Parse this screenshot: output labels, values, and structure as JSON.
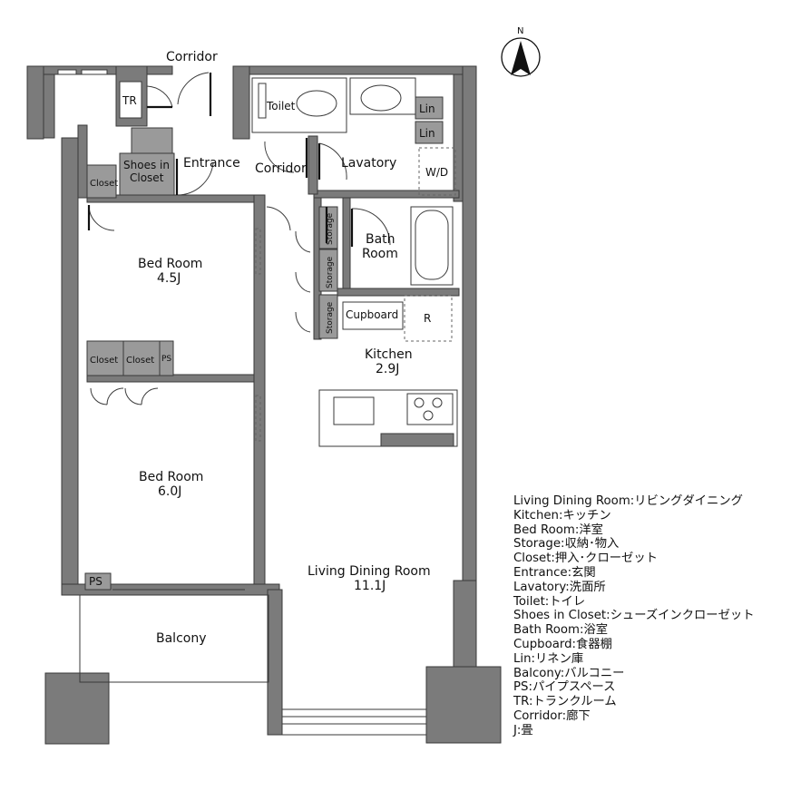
{
  "compass": {
    "label": "N"
  },
  "rooms": {
    "corridor_top": "Corridor",
    "tr": "TR",
    "toilet": "Toilet",
    "lin_1": "Lin",
    "lin_2": "Lin",
    "shoes_closet_line1": "Shoes in",
    "shoes_closet_line2": "Closet",
    "entrance": "Entrance",
    "corridor_mid": "Corridor",
    "lavatory": "Lavatory",
    "wd": "W/D",
    "closet_small": "Closet",
    "bath_line1": "Bath",
    "bath_line2": "Room",
    "storage_1": "Storage",
    "storage_2": "Storage",
    "storage_3": "Storage",
    "bedroom1_name": "Bed Room",
    "bedroom1_size": "4.5J",
    "cupboard": "Cupboard",
    "fridge": "R",
    "kitchen_name": "Kitchen",
    "kitchen_size": "2.9J",
    "closet_a": "Closet",
    "closet_b": "Closet",
    "ps_small": "PS",
    "bedroom2_name": "Bed Room",
    "bedroom2_size": "6.0J",
    "ps_bottom": "PS",
    "living_name": "Living Dining Room",
    "living_size": "11.1J",
    "balcony": "Balcony"
  },
  "legend": [
    "Living Dining Room:リビングダイニング",
    "Kitchen:キッチン",
    "Bed Room:洋室",
    "Storage:収納･物入",
    "Closet:押入･クローゼット",
    "Entrance:玄関",
    "Lavatory:洗面所",
    "Toilet:トイレ",
    "Shoes in Closet:シューズインクローゼット",
    "Bath Room:浴室",
    "Cupboard:食器棚",
    "Lin:リネン庫",
    "Balcony:バルコニー",
    "PS:パイプスペース",
    "TR:トランクルーム",
    "Corridor:廊下",
    "J:畳"
  ],
  "colors": {
    "wall": "#7b7b7b",
    "line": "#3a3a3a",
    "background": "#ffffff"
  }
}
